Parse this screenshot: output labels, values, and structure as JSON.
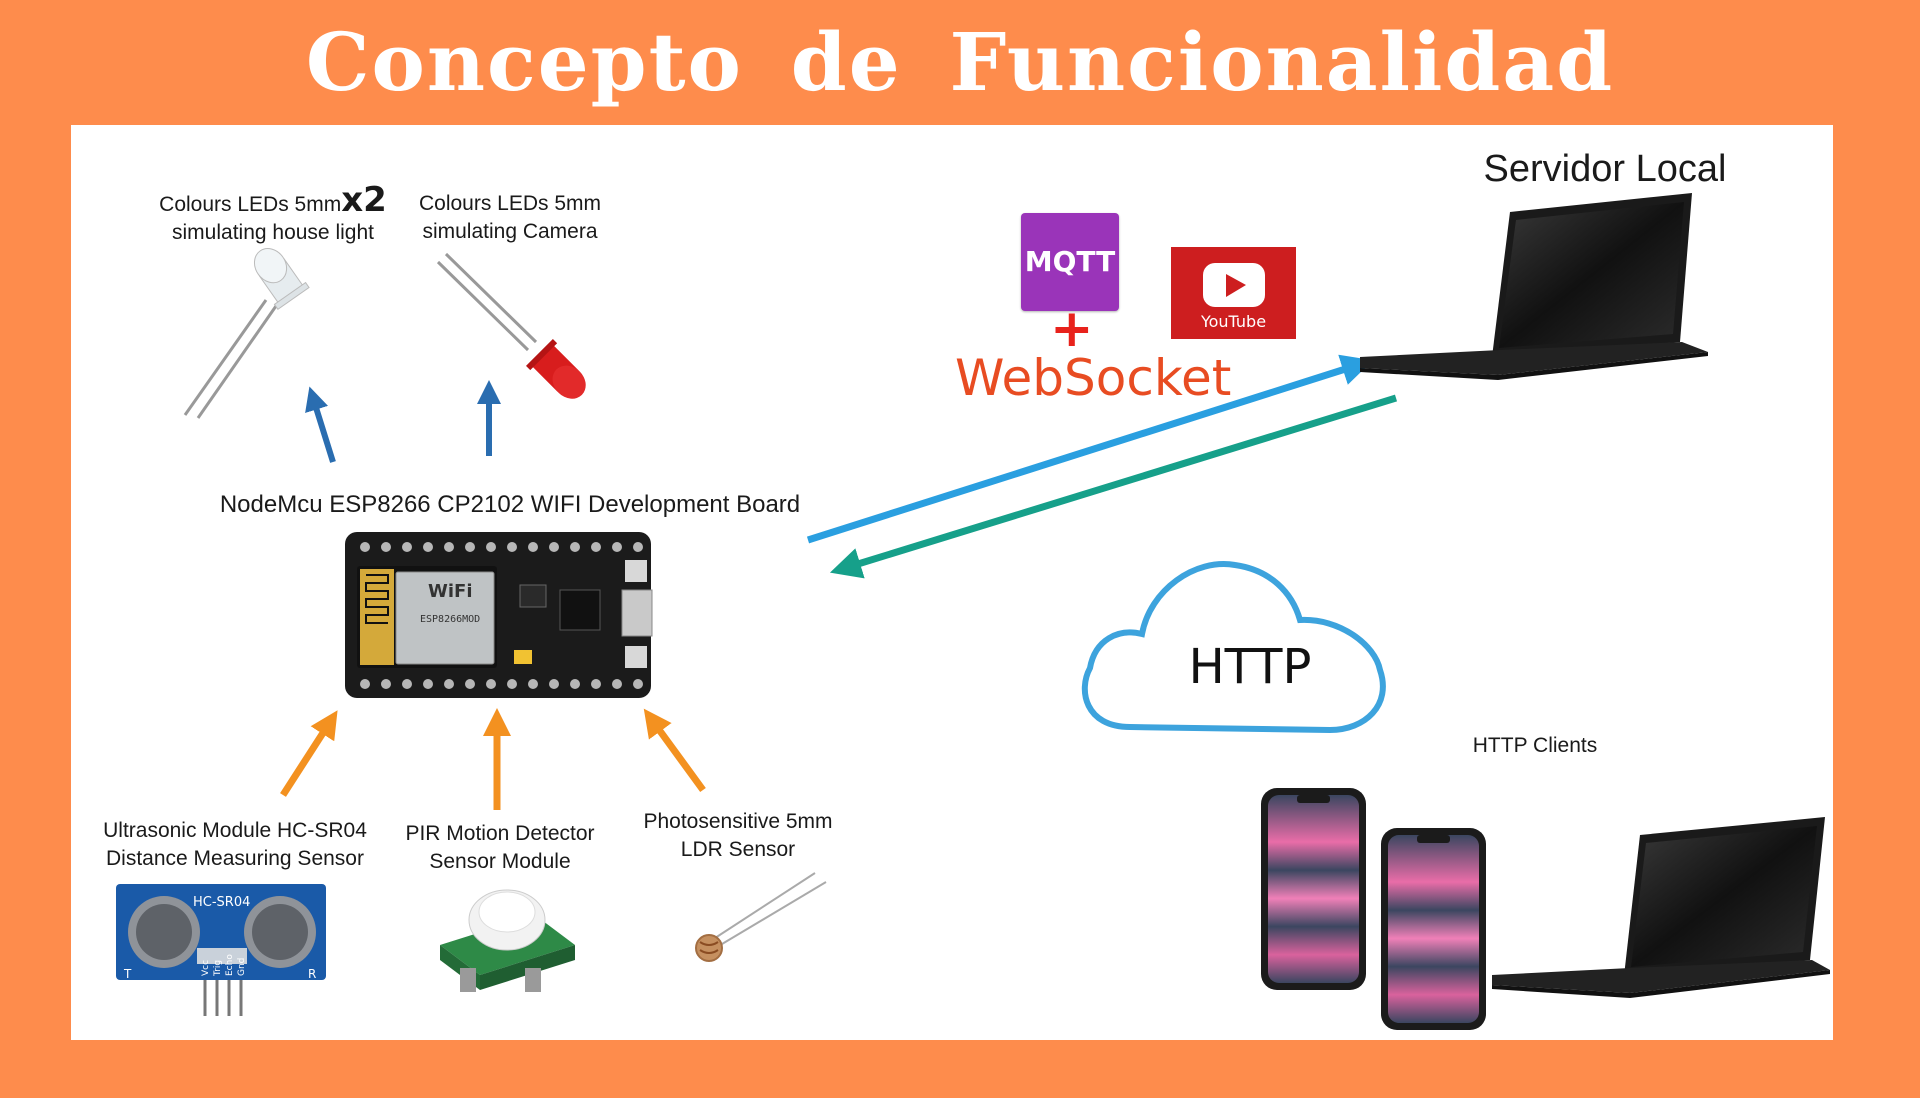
{
  "title": "Concepto de Funcionalidad",
  "labels": {
    "leds_house_line1": "Colours LEDs 5mm",
    "leds_house_multiplier": "x2",
    "leds_house_line2": "simulating house light",
    "leds_camera_line1": "Colours LEDs 5mm",
    "leds_camera_line2": "simulating Camera",
    "board": "NodeMcu ESP8266 CP2102 WIFI Development Board",
    "ultrasonic_line1": "Ultrasonic Module HC-SR04",
    "ultrasonic_line2": "Distance Measuring Sensor",
    "pir_line1": "PIR Motion Detector",
    "pir_line2": "Sensor Module",
    "ldr_line1": "Photosensitive 5mm",
    "ldr_line2": "LDR Sensor",
    "server": "Servidor Local",
    "http_clients": "HTTP Clients"
  },
  "protocols": {
    "mqtt": "MQTT",
    "plus": "+",
    "websocket": "WebSocket",
    "youtube": "YouTube",
    "http": "HTTP"
  },
  "sensor_text": {
    "hc_sr04": "HC-SR04",
    "pin_t": "T",
    "pin_r": "R",
    "pins": [
      "Vcc",
      "Trig",
      "Echo",
      "Gnd"
    ]
  },
  "board_text": {
    "wifi": "WiFi",
    "model": "ESP8266MOD"
  },
  "colors": {
    "background": "#fe8c4c",
    "blue_arrow": "#2a6db0",
    "orange_arrow": "#f39120",
    "link_blue": "#2a9fe0",
    "link_teal": "#16a08a",
    "cloud": "#3da3dd",
    "mqtt": "#9a34b9",
    "youtube": "#cd1e1f",
    "websocket": "#e84c22"
  }
}
